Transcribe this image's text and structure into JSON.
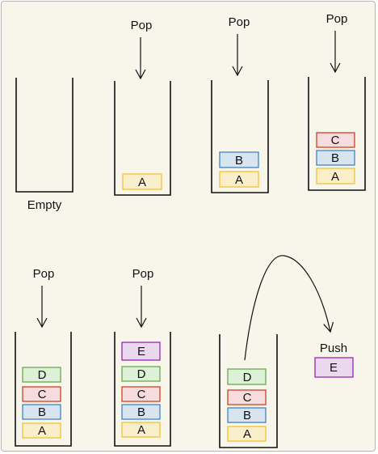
{
  "labels": {
    "empty": "Empty",
    "pop": "Pop",
    "push": "Push"
  },
  "colors": {
    "background": "#f8f6eb",
    "A": {
      "fill": "#fbeecb",
      "stroke": "#f1c232"
    },
    "B": {
      "fill": "#d8e4f0",
      "stroke": "#3d85c6"
    },
    "C": {
      "fill": "#f6dcdc",
      "stroke": "#cc4125"
    },
    "D": {
      "fill": "#dcf1d6",
      "stroke": "#6aa84f"
    },
    "E": {
      "fill": "#ead8ef",
      "stroke": "#9c27b0"
    }
  },
  "stacks": [
    {
      "caption": "Empty",
      "items": []
    },
    {
      "caption": "Pop",
      "items": [
        "A"
      ]
    },
    {
      "caption": "Pop",
      "items": [
        "B",
        "A"
      ]
    },
    {
      "caption": "Pop",
      "items": [
        "C",
        "B",
        "A"
      ]
    },
    {
      "caption": "Pop",
      "items": [
        "D",
        "C",
        "B",
        "A"
      ]
    },
    {
      "caption": "Pop",
      "items": [
        "E",
        "D",
        "C",
        "B",
        "A"
      ]
    },
    {
      "caption": "",
      "items": [
        "D",
        "C",
        "B",
        "A"
      ]
    }
  ],
  "push": {
    "label": "Push",
    "item": "E"
  }
}
